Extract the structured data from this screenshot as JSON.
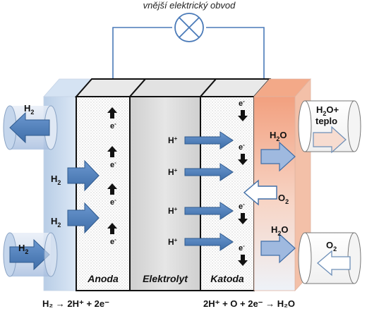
{
  "circuit": {
    "label": "vnější elektrický obvod",
    "lamp_icon": "lamp-icon"
  },
  "labels": {
    "anode": "Anoda",
    "electrolyte": "Elektrolyt",
    "cathode": "Katoda"
  },
  "left_side": {
    "top_tube": "H",
    "top_tube_sub": "2",
    "bottom_tube": "H",
    "bottom_tube_sub": "2",
    "in_arrow_1": "H",
    "in_arrow_1_sub": "2",
    "in_arrow_2": "H",
    "in_arrow_2_sub": "2"
  },
  "right_side": {
    "top_tube_line1": "H",
    "top_tube_line1_sub": "2",
    "top_tube_line1_rest": "O+",
    "top_tube_line2": "teplo",
    "bottom_tube": "O",
    "bottom_tube_sub": "2",
    "out_water_1": "H",
    "out_water_1_sub": "2",
    "out_water_1_rest": "O",
    "out_water_2": "H",
    "out_water_2_sub": "2",
    "out_water_2_rest": "O",
    "in_oxygen": "O",
    "in_oxygen_sub": "2"
  },
  "protons": [
    "H",
    "H",
    "H",
    "H"
  ],
  "proton_sup": "+",
  "electron": "e",
  "electron_sup": "-",
  "equations": {
    "anode": "H₂ → 2H⁺ + 2e⁻",
    "cathode": "2H⁺ + O + 2e⁻ → H₂O"
  },
  "colors": {
    "blue_arrow": "#4f81bd",
    "light_arrow": "#dbe5f1",
    "left_panel": "#c6d9f1",
    "right_panel": "#f4a582",
    "wire": "#4a7ab8"
  }
}
